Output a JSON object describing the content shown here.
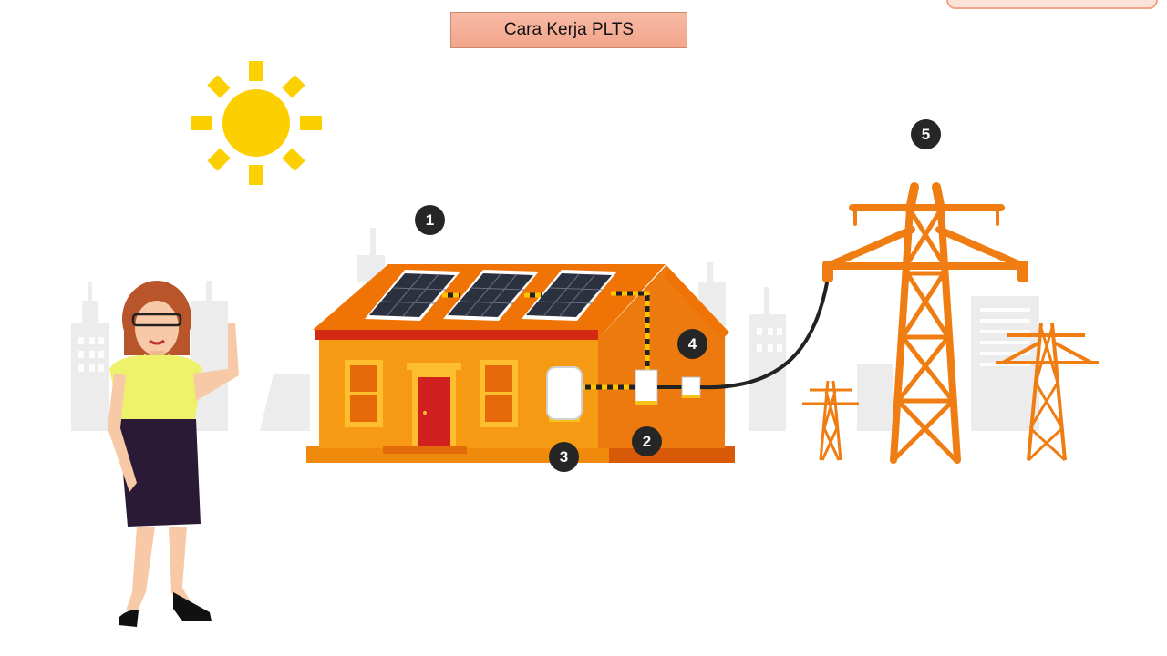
{
  "title": "Cara Kerja PLTS",
  "steps": [
    {
      "label": "1",
      "name": "solar-panels"
    },
    {
      "label": "2",
      "name": "meter"
    },
    {
      "label": "3",
      "name": "inverter"
    },
    {
      "label": "4",
      "name": "cable-junction"
    },
    {
      "label": "5",
      "name": "power-grid"
    }
  ],
  "colors": {
    "sun": "#fcd000",
    "house": "#f0870c",
    "roof": "#f07a06",
    "tower": "#ef7d12",
    "city": "#ececec",
    "title_bg": "#f5ac94",
    "badge": "#262626"
  }
}
